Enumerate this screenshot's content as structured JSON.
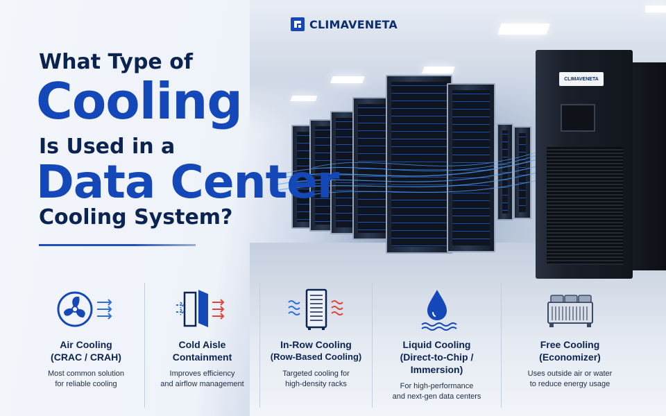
{
  "brand": {
    "name": "CLIMAVENETA",
    "unit_badge": "CLIMAVENETA"
  },
  "headline": {
    "line1": "What Type of",
    "line2": "Cooling",
    "line3": "Is Used in a",
    "line4": "Data Center",
    "line5": "Cooling System?"
  },
  "features": [
    {
      "name_line1": "Air Cooling",
      "name_line2": "(CRAC / CRAH)",
      "desc_line1": "Most common solution",
      "desc_line2": "for reliable cooling",
      "icon": "fan-icon"
    },
    {
      "name_line1": "Cold Aisle",
      "name_line2": "Containment",
      "desc_line1": "Improves efficiency",
      "desc_line2": "and airflow management",
      "icon": "door-airflow-icon"
    },
    {
      "name_line1": "In-Row Cooling",
      "name_line2": "(Row-Based Cooling)",
      "desc_line1": "Targeted cooling for",
      "desc_line2": "high-density racks",
      "icon": "rack-icon"
    },
    {
      "name_line1": "Liquid Cooling",
      "name_line2": "(Direct-to-Chip /",
      "name_line3": "Immersion)",
      "desc_line1": "For high-performance",
      "desc_line2": "and next-gen data centers",
      "icon": "water-drop-icon"
    },
    {
      "name_line1": "Free Cooling",
      "name_line2": "(Economizer)",
      "desc_line1": "Uses outside air or water",
      "desc_line2": "to reduce energy usage",
      "icon": "chiller-icon"
    }
  ],
  "colors": {
    "navy": "#0b2350",
    "accent_blue": "#1447b8",
    "cold_blue": "#2f6fd6",
    "warm_red": "#e0453a"
  }
}
